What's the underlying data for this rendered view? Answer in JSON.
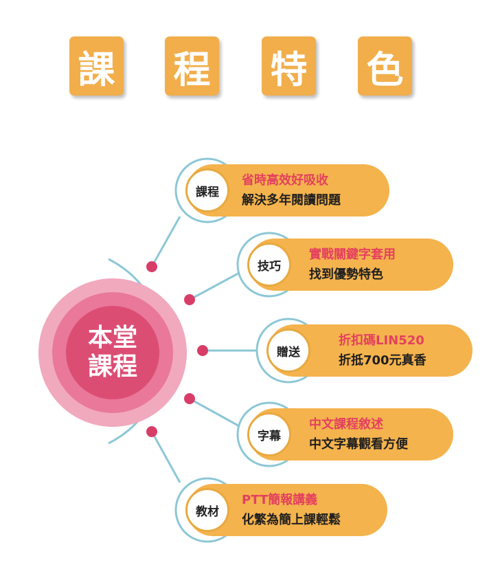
{
  "title": {
    "chars": [
      "課",
      "程",
      "特",
      "色"
    ]
  },
  "center": {
    "line1": "本堂",
    "line2": "課程"
  },
  "items": [
    {
      "badge": "課程",
      "headline": "省時高效好吸收",
      "detail": "解決多年閱讀問題"
    },
    {
      "badge": "技巧",
      "headline": "實戰關鍵字套用",
      "detail": "找到優勢特色"
    },
    {
      "badge": "贈送",
      "headline": "折扣碼LIN520",
      "detail": "折抵700元真香"
    },
    {
      "badge": "字幕",
      "headline": "中文課程敘述",
      "detail": "中文字幕觀看方便"
    },
    {
      "badge": "教材",
      "headline": "PTT簡報講義",
      "detail": "化繁為簡上課輕鬆"
    }
  ],
  "colors": {
    "tile": "#f2ae4b",
    "pill": "#f4b34d",
    "headline": "#e4405f",
    "connector": "#8cc7d6",
    "node": "#d83d67",
    "circle_outer": "#f1a9bd",
    "circle_mid": "#e9789a",
    "circle_inner": "#dc4d74"
  }
}
